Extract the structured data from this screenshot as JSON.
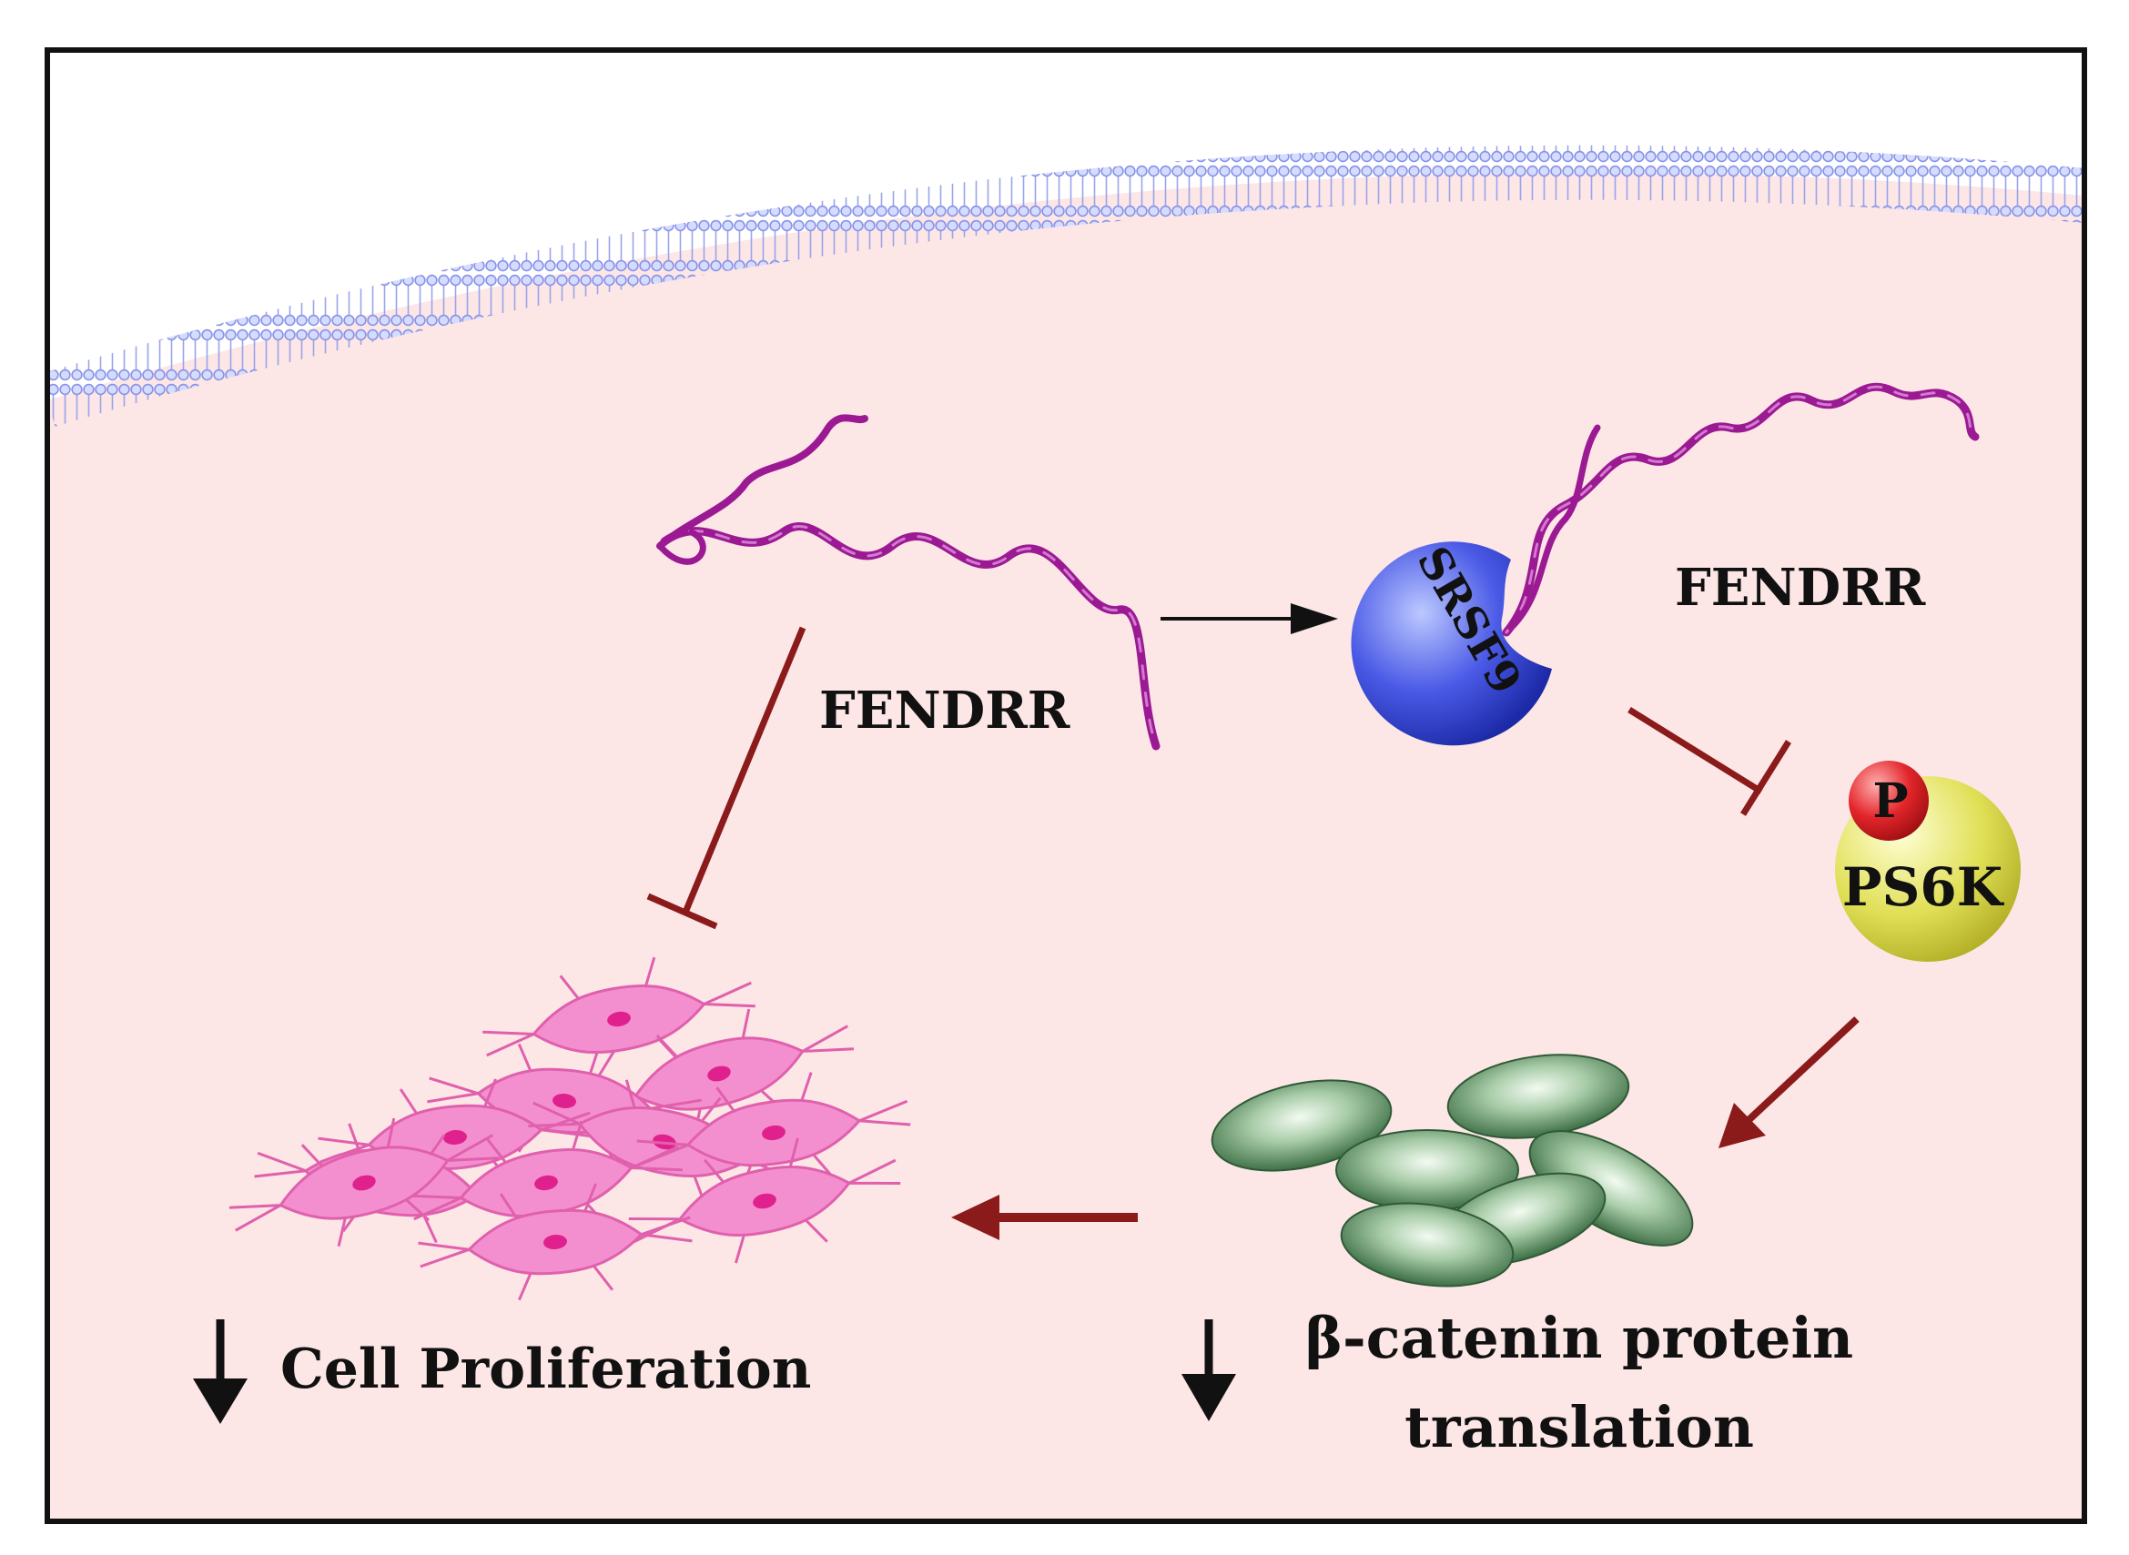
{
  "labels": {
    "fendrr_left": "FENDRR",
    "fendrr_right": "FENDRR",
    "srsf9": "SRSF9",
    "phospho": "P",
    "ps6k": "PS6K",
    "cell_proliferation": "Cell Proliferation",
    "beta_catenin_line1": "β-catenin protein",
    "beta_catenin_line2": "translation"
  },
  "colors": {
    "cytoplasm": "#fce6e6",
    "membrane": "#a9b3ef",
    "rna": "#9b1a93",
    "inhibition": "#8b1a1a",
    "srsf9": "#3b49d8",
    "ps6k": "#d8d64a",
    "phospho": "#e0262a",
    "beta_catenin": "#4e8a56",
    "cells": "#f07ac4"
  },
  "icons": [
    "rna-strand-icon",
    "srsf9-protein-icon",
    "phospho-p-icon",
    "ps6k-protein-icon",
    "beta-catenin-icon",
    "proliferating-cells-icon",
    "down-arrow-icon",
    "inhibition-arrow-icon",
    "activation-arrow-icon"
  ]
}
